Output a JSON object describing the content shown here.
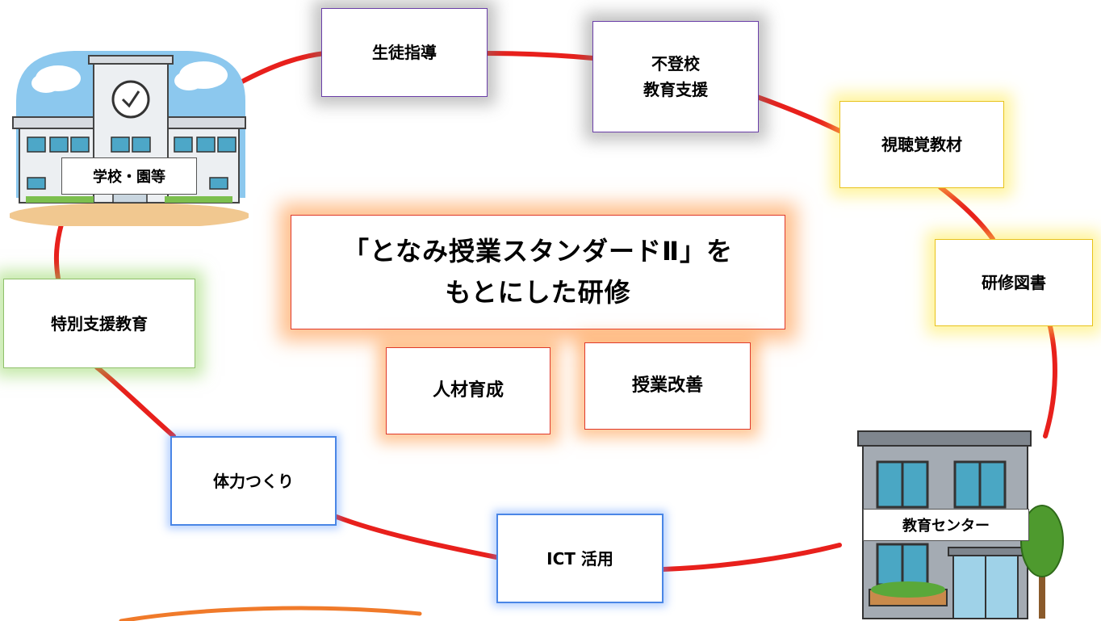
{
  "hub": {
    "title_line1": "「となみ授業スタンダードⅡ」を",
    "title_line2": "もとにした研修"
  },
  "hub_tags": [
    "人材育成",
    "授業改善"
  ],
  "ring_nodes": {
    "seito_shido": "生徒指導",
    "futoko_line1": "不登校",
    "futoko_line2": "教育支援",
    "shichokaku": "視聴覚教材",
    "kenshu_tosho": "研修図書",
    "tokubetsu_shien": "特別支援教育",
    "tairyoku": "体力つくり",
    "ict": "ICT 活用"
  },
  "places": {
    "school": "学校・園等",
    "center": "教育センター"
  },
  "colors": {
    "ring_line": "#e8201c",
    "ring_orange": "#f07a2a",
    "school_sky": "#8cc8ee",
    "building_gray": "#9aa2aa",
    "tree_green": "#4e9a2e"
  }
}
